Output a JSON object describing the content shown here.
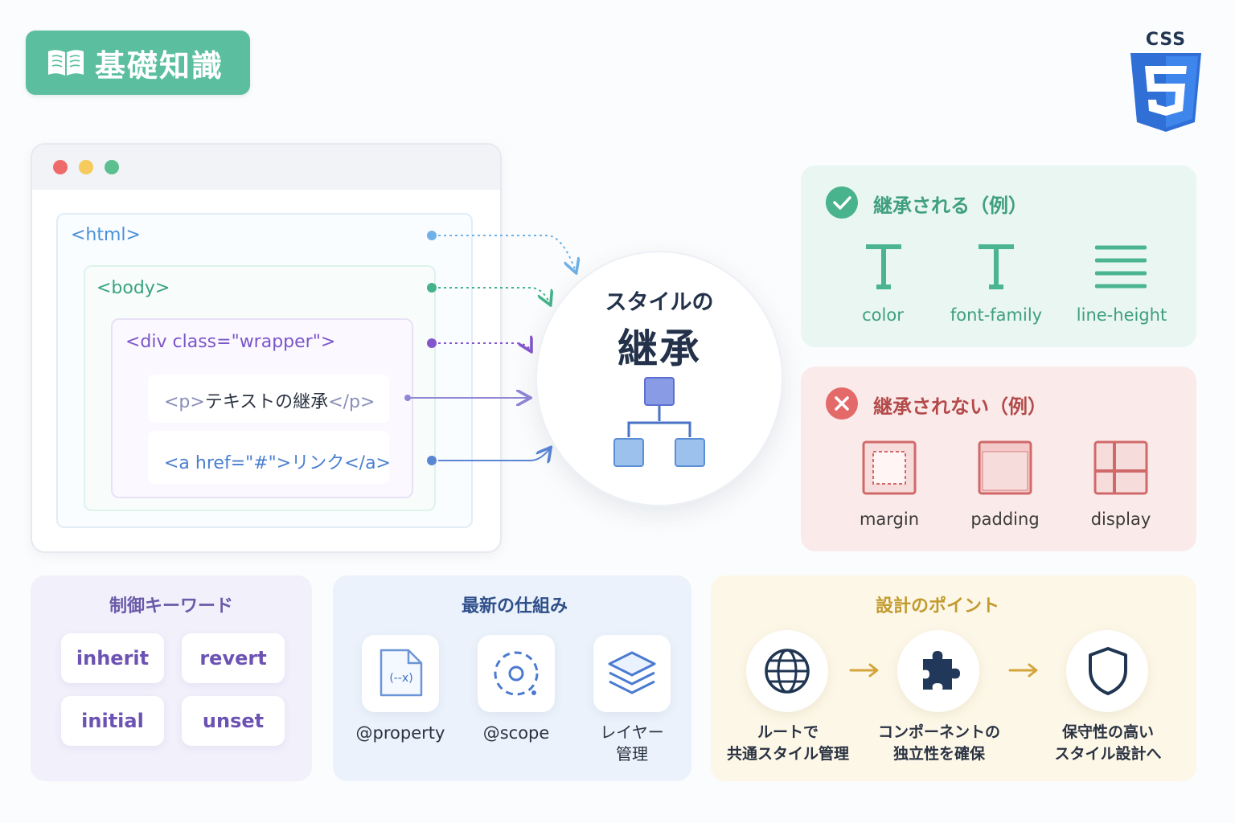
{
  "badge": {
    "label": "基礎知識",
    "color": "#5bbf9f",
    "icon": "open-book-icon"
  },
  "logo": {
    "text": "CSS",
    "number": "5",
    "icon": "css3-shield-logo"
  },
  "browser": {
    "window_dots": [
      "#ef6b6b",
      "#f6ca5c",
      "#5bbf8f"
    ],
    "tags": {
      "html": "<html>",
      "body": "<body>",
      "div": "<div class=\"wrapper\">",
      "p_open": "<p>",
      "p_text": "テキストの継承",
      "p_close": "</p>",
      "a": "<a href=\"#\">リンク</a>"
    },
    "colors": {
      "html": "#4a90d9",
      "body": "#3aa37e",
      "div": "#7b55c9",
      "p": "#8a8fb8",
      "a": "#4a7fd0"
    }
  },
  "center": {
    "subtitle": "スタイルの",
    "title": "継承",
    "icon": "hierarchy-tree-icon"
  },
  "inherited": {
    "title": "継承される（例）",
    "icon": "check-circle-icon",
    "items": [
      {
        "label": "color",
        "icon": "text-t-icon"
      },
      {
        "label": "font-family",
        "icon": "text-t-icon"
      },
      {
        "label": "line-height",
        "icon": "lines-icon"
      }
    ]
  },
  "not_inherited": {
    "title": "継承されない（例）",
    "icon": "x-circle-icon",
    "items": [
      {
        "label": "margin",
        "icon": "margin-box-icon"
      },
      {
        "label": "padding",
        "icon": "padding-box-icon"
      },
      {
        "label": "display",
        "icon": "grid-layout-icon"
      }
    ]
  },
  "keywords": {
    "title": "制御キーワード",
    "items": [
      "inherit",
      "revert",
      "initial",
      "unset"
    ]
  },
  "modern": {
    "title": "最新の仕組み",
    "items": [
      {
        "label": "@property",
        "icon": "custom-property-file-icon",
        "icon_text": "(--x)"
      },
      {
        "label": "@scope",
        "icon": "scope-target-icon"
      },
      {
        "line1": "レイヤー",
        "line2": "管理",
        "icon": "layers-icon"
      }
    ]
  },
  "points": {
    "title": "設計のポイント",
    "items": [
      {
        "line1": "ルートで",
        "line2": "共通スタイル管理",
        "icon": "globe-icon"
      },
      {
        "line1": "コンポーネントの",
        "line2": "独立性を確保",
        "icon": "puzzle-icon"
      },
      {
        "line1": "保守性の高い",
        "line2": "スタイル設計へ",
        "icon": "shield-icon"
      }
    ]
  }
}
